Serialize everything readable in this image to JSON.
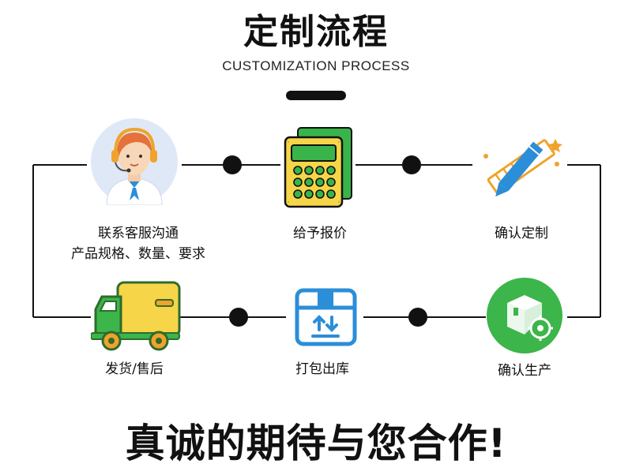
{
  "header": {
    "title": "定制流程",
    "subtitle": "CUSTOMIZATION PROCESS"
  },
  "steps": [
    {
      "label_line1": "联系客服沟通",
      "label_line2": "产品规格、数量、要求",
      "icon": "customer-service-icon"
    },
    {
      "label_line1": "给予报价",
      "icon": "calculator-icon"
    },
    {
      "label_line1": "确认定制",
      "icon": "pencil-ruler-icon"
    },
    {
      "label_line1": "确认生产",
      "icon": "production-box-gear-icon"
    },
    {
      "label_line1": "打包出库",
      "icon": "package-box-icon"
    },
    {
      "label_line1": "发货/售后",
      "icon": "delivery-truck-icon"
    }
  ],
  "footer": {
    "slogan": "真诚的期待与您合作!"
  },
  "colors": {
    "line": "#111111",
    "accent_blue": "#2b8ed8",
    "accent_green": "#3cb54a",
    "accent_yellow": "#f6d548",
    "accent_orange": "#f0a32a"
  }
}
